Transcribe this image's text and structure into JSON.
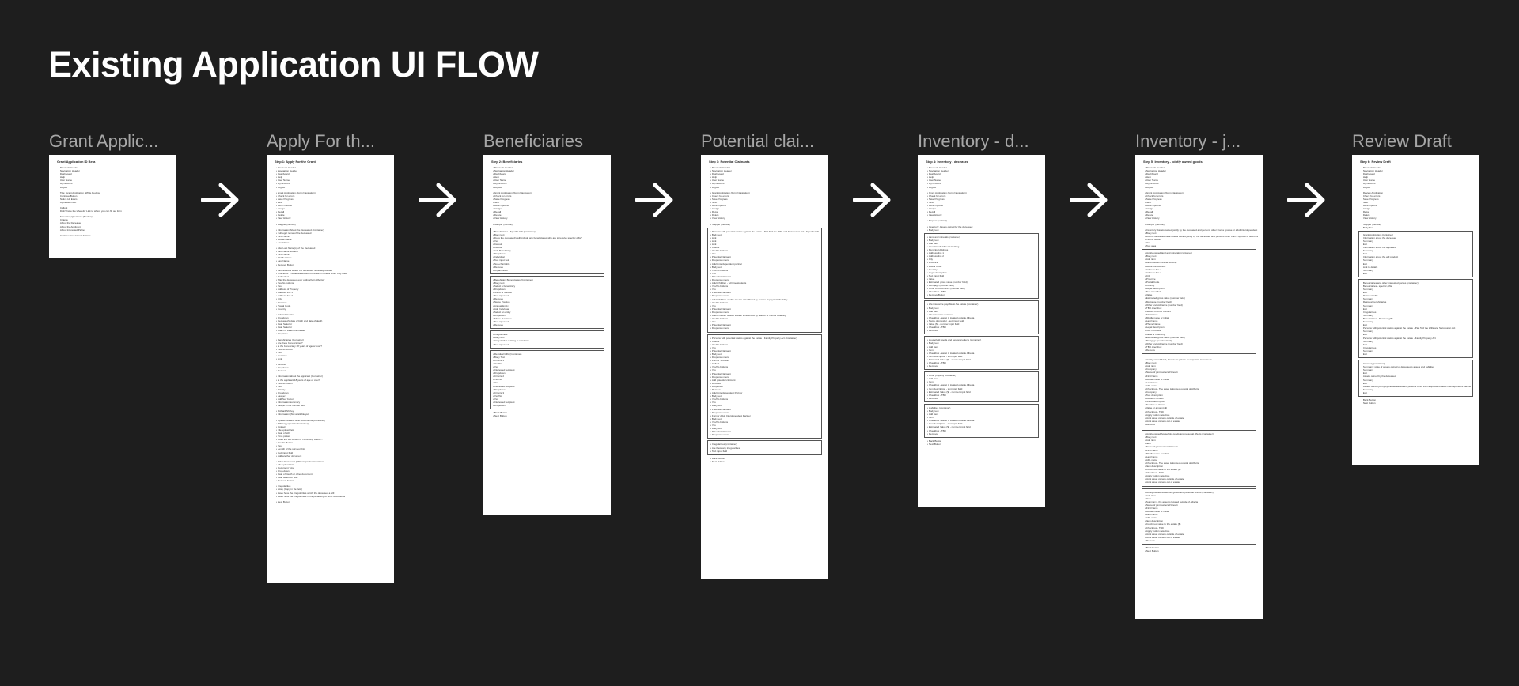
{
  "title": "Existing Application UI FLOW",
  "colors": {
    "background": "#1e1e1e",
    "title": "#ffffff",
    "label": "#a6a6a6",
    "frame": "#ffffff"
  },
  "frames": [
    {
      "label": "Grant Applic...",
      "heading": "Grant Application ID Beta",
      "items": [
        "Mousedo Header",
        "Navigation Header",
        "Dashboard",
        "Help",
        "User Name",
        "My Account",
        "Logout",
        "",
        "Title: Grant Application (While Review)",
        "Continue Button",
        "Notice Hit Exam",
        "Application text",
        "",
        "Callout",
        "Didn't have the wherefor Link to where you can fill out form",
        "",
        "Screening Questions (Section)",
        "Criteria",
        "About the Deceased",
        "About the Applicant",
        "About Interested Parties",
        "",
        "Continue and Cancel buttons"
      ]
    },
    {
      "label": "Apply For th...",
      "heading": "Step 1: Apply For the Grant",
      "items": [
        "Mousedo Header",
        "Navigation Header",
        "Dashboard",
        "Help",
        "User Name",
        "My Account",
        "Logout",
        "",
        "Grant Application (Form Navigation)",
        "Check for errors",
        "Save Progress",
        "Next",
        "More Options",
        "Assign",
        "Recall",
        "Delete",
        "View History",
        "",
        "Stepper (vertical)",
        "",
        "Information About the Deceased (Container)",
        "Full legal name of the deceased",
        "First Name",
        "Middle Name",
        "Last Name",
        "",
        "Also Last Name(s) of the Deceased",
        "Last Name Student",
        "First Name",
        "Middle Name",
        "Last Name",
        "Remove Button",
        "",
        "Last address where the deceased habitually resided",
        "Checkbox: The deceased did not reside in Alberta when they died",
        "If checked",
        "Was the deceased ever ordinarily in Alberta?",
        "Yes/No buttons",
        "Yes",
        "Address of Property",
        "Address line 1",
        "Address line 2",
        "City",
        "Province",
        "Postal Code",
        "Country",
        "",
        "Jobkind Control",
        "Dropdown",
        "Deceased's date of birth and date of death",
        "Date Selector",
        "Date Selector",
        "Attach a Death Certificate",
        "Dropzone",
        "",
        "Beneficiaries (Container)",
        "Are there beneficiaries?",
        "Is the beneficiary 18 years of age or over?",
        "Yes/No Button",
        "Yes",
        "Continue",
        "Link",
        "",
        "Remove",
        "Dropdown",
        "Remove",
        "",
        "Information about the applicant (Container)",
        "Is the applicant 18 years of age or over?",
        "Yes/No button",
        "Yes",
        "Priority",
        "Dropdown",
        "Lawyer",
        "Add Self button",
        "Information summary",
        "Lawyer's File number field",
        "",
        "Richard/Shirley",
        "Information (Not available yet)",
        "",
        "Upload Will and other documents (Container)",
        "Will Copy (Yes/No Container)",
        "Upload",
        "File upload field",
        "Date of will",
        "Time picker",
        "Does the will contain a 'continuing clause'?",
        "Yes/No Button",
        "Yes",
        "Length of the survivorship",
        "Text input field",
        "Add another document",
        "",
        "Other Document (Will Interpretive Container)",
        "File upload field",
        "Document Type",
        "Drop-down",
        "Date of Death or other document",
        "Date selection field",
        "Remove button",
        "",
        "Irregularities",
        "Story (Copy in file field)",
        "Have have the irregularities which the deceased a will",
        "Have have the irregularities in the pertaining to other documents",
        "",
        "Next Button"
      ]
    },
    {
      "label": "Beneficiaries",
      "heading": "Step 2: Beneficiaries",
      "items": [
        "Mousedo Header",
        "Navigation Header",
        "Dashboard",
        "Help",
        "User Name",
        "My Account",
        "Logout",
        "",
        "Grant Application (Form Navigation)",
        "Check for errors",
        "Save Progress",
        "Next",
        "More Options",
        "Assign",
        "Recall",
        "Delete",
        "View History",
        "",
        "Stepper (vertical)",
        "[box]",
        "Beneficiaries - Specific Gift (Container)",
        "Body text",
        "Does the deceased's will include any beneficiaries who are to receive specific gifts?",
        "Yes",
        "Callout",
        "Callout",
        "Add Beneficiary",
        "Dropdown",
        "Individual",
        "Text input field",
        "Non-charitable",
        "Remove",
        "Organization",
        "[box]",
        "Beneficiary Beneficiaries (Container)",
        "Body text",
        "Select a beneficiary",
        "Dropdown",
        "Share of residue",
        "Text input field",
        "Remove",
        "Name Position",
        "Annual Entity",
        "Add Individual",
        "Select an entity",
        "Dropdown",
        "Share of residue",
        "Text input field",
        "Remove",
        "[box]",
        "Irregularities",
        "Body text",
        "Irregularities relating to residuary",
        "Text input field",
        "[box]",
        "Residual Gifts (Container)",
        "Body Text",
        "Criteria 1",
        "Yes/No",
        "Yes",
        "Interested recipient",
        "Dropdown",
        "Criteria 2",
        "Yes/No",
        "Yes",
        "Interested recipient",
        "Dropdown",
        "Criteria 3",
        "Yes/No",
        "Yes",
        "Interested recipient",
        "Dropdown",
        "[/box]",
        "Back Button",
        "Next Button"
      ]
    },
    {
      "label": "Potential clai...",
      "heading": "Step 3: Potential Claimants",
      "items": [
        "Mousedo Header",
        "Navigation Header",
        "Dashboard",
        "Help",
        "User Name",
        "My Account",
        "Logout",
        "",
        "Grant Application (Form Navigation)",
        "Check for errors",
        "Save Progress",
        "Next",
        "More Options",
        "Assign",
        "Recall",
        "Delete",
        "View History",
        "",
        "Stepper (vertical)",
        "[box]",
        "Persons with potential claims against the estate - Part 5 of the Wills and Succession Act - Specific Gift (Container)",
        "Body text",
        "Link",
        "Link",
        "Link",
        "Callout",
        "Yes/No buttons",
        "Yes",
        "Potential claimant",
        "Dropdown menu",
        "Adult interdependent partner",
        "Body text",
        "Yes/No buttons",
        "Yes",
        "Potential claimant",
        "Dropdown menu",
        "Adult children - full time students",
        "Yes/No buttons",
        "Yes",
        "Potential claimant",
        "Dropdown menu",
        "Adult children unable to earn a livelihood by reason of physical disability",
        "Yes/No buttons",
        "Yes",
        "Potential claimant",
        "Dropdown menu",
        "Adult children unable to earn a livelihood by reason of mental disability",
        "Yes/No buttons",
        "Yes",
        "Potential claimant",
        "Dropdown menu",
        "[box]",
        "Persons with potential claims against the estate - Family Property Act (Container)",
        "Callout",
        "Yes/No buttons",
        "Yes",
        "Potential claimant",
        "Body text",
        "Dropdown menu",
        "Former Spouses",
        "Callout",
        "Yes/No buttons",
        "Yes",
        "Potential claimant",
        "Dropdown menu",
        "Add potential claimant",
        "Remove",
        "Dropdown",
        "Remove",
        "Adult Interdependent Partner",
        "Body text",
        "Yes/No buttons",
        "Yes",
        "Body text",
        "Potential claimant",
        "Dropdown menu",
        "Former Adult Interdependent Partner",
        "Body text",
        "Yes/No buttons",
        "Yes",
        "Body text",
        "Potential claimant",
        "Dropdown menu",
        "[box]",
        "Irregularities (container)",
        "Are there any irregularities",
        "Text input field",
        "[/box]",
        "Back Button",
        "Next Button"
      ]
    },
    {
      "label": "Inventory - d...",
      "heading": "Step 4: Inventory - deceased",
      "items": [
        "Mousedo Header",
        "Navigation Header",
        "Dashboard",
        "Help",
        "User Name",
        "My Account",
        "Logout",
        "",
        "Grant Application (Form Navigation)",
        "Check for errors",
        "Save Progress",
        "Next",
        "More Options",
        "Assign",
        "Recall",
        "View History",
        "",
        "Stepper (vertical)",
        "",
        "Inventory: Assets owned by the deceased",
        "Body text",
        "[box]",
        "Land and minerals (container)",
        "Body text",
        "Add Item",
        "Land Details Mineral Holding",
        "Municipal Address",
        "Address line 1",
        "Address line 2",
        "City",
        "Province",
        "Postal Code",
        "Country",
        "Legal description",
        "Text input field",
        "Value",
        "Estimated gross value (number field)",
        "Mortgage (number field)",
        "Other encumbrance (number field)",
        "Checkbox - TBD",
        "Remove Button",
        "[box]",
        "Life insurance payable to the estate (container)",
        "Body text",
        "Add Item",
        "Life insurance number",
        "Checkbox - asset is located outside Alberta",
        "Name of provider - text input field",
        "Value ($) - number input field",
        "Checkbox - TBD",
        "Remove",
        "[box]",
        "Household goods and personal effects (container)",
        "Body text",
        "Add Item",
        "Item",
        "Checkbox - asset is located outside Alberta",
        "Item description - text input field",
        "Estimated Value ($) - number input field",
        "Checkbox - TBD",
        "Remove",
        "[box]",
        "Other property (container)",
        "Add Item",
        "Item",
        "Checkbox - asset is located outside Alberta",
        "Item description - text input field",
        "Estimated Value ($) - number input field",
        "Checkbox - TBD",
        "Remove",
        "[box]",
        "Liabilities (container)",
        "Body text",
        "Add Item",
        "Item",
        "Checkbox - asset is located outside Alberta",
        "Item description - text input field",
        "Estimated Value ($) - number input field",
        "Checkbox - TBD",
        "Remove",
        "[/box]",
        "Back Button",
        "Next Button"
      ]
    },
    {
      "label": "Inventory - j...",
      "heading": "Step 5: Inventory - jointly owned goods",
      "items": [
        "Mousedo Header",
        "Navigation Header",
        "Dashboard",
        "Help",
        "User Name",
        "My Account",
        "Logout",
        "",
        "Grant Application (Form Navigation)",
        "Check for errors",
        "Save Progress",
        "Next",
        "More Options",
        "Assign",
        "Recall",
        "Delete",
        "View History",
        "",
        "Stepper (vertical)",
        "",
        "Inventory: Assets owned jointly by the deceased and persons other than a spouse or adult interdependent partner",
        "Body text",
        "Did the deceased have assets owned jointly by the deceased and persons other than a spouse or adult interdependent partner?",
        "Yes/no button",
        "Yes",
        "Text area",
        "[box]",
        "Jointly owned land and minerals (container)",
        "Body text",
        "Add item",
        "Land Details Mineral Holding",
        "Municipal Address",
        "Address line 1",
        "Address line 2",
        "City",
        "Province",
        "Postal Code",
        "Country",
        "Legal description",
        "Text input field",
        "Value",
        "Estimated gross value (number field)",
        "Mortgage (number field)",
        "Other encumbrance (number field)",
        "TBD checkbox",
        "Names of other owners",
        "First Name",
        "Middle name or initial",
        "Last Name",
        "Phone Name",
        "Legal description",
        "Text input field",
        "Value & Inventory",
        "Estimated gross value (number field)",
        "Mortgage (number field)",
        "Other encumbrance (number field)",
        "TBD checkbox",
        "Remove",
        "[box]",
        "Jointly owned bank, finance or private or corporate investment",
        "Body text",
        "Add item",
        "Company",
        "Name of joint owners if known",
        "First Name",
        "Middle name or initial",
        "Last Name",
        "ADL name",
        "Checkbox - The asset is located outside of Alberta",
        "Company",
        "Text description",
        "Account number",
        "Share description",
        "Number of shares",
        "Value or amount ($)",
        "Checkbox - TBD",
        "Apply button selection",
        "Joint asset owners outside of estate",
        "Joint asset owners out of estate",
        "Remove",
        "[box]",
        "Jointly owned household goods and personal effects (container)",
        "Body text",
        "Add item",
        "Item",
        "Name of joint owners if known",
        "First Name",
        "Middle name or initial",
        "Last Name",
        "ADL name",
        "Checkbox - The asset is located outside of Alberta",
        "Item description",
        "Combined value to the estate ($)",
        "Checkbox - TBD",
        "Apply button selection",
        "Joint asset owners outside of estate",
        "Joint asset owners out of estate",
        "[box]",
        "Jointly owned household goods and personal effects (container)",
        "Add item",
        "Item",
        "Summary - the asset is located outside of Alberta",
        "Name of joint owners if known",
        "First Name",
        "Middle name or initial",
        "Last Name",
        "ADL name",
        "Item description",
        "Combined value to the estate ($)",
        "Checkbox - TBD",
        "Apply button selection",
        "Joint asset owners outside of estate",
        "Joint asset owners out of estate",
        "Remove",
        "[/box]",
        "Back Button",
        "Next Button"
      ]
    },
    {
      "label": "Review Draft",
      "heading": "Step 6: Review Draft",
      "items": [
        "Mousedo Header",
        "Navigation Header",
        "Dashboard",
        "Help",
        "User Name",
        "My Account",
        "Logout",
        "",
        "Review Application",
        "Check for errors",
        "Save Progress",
        "Next",
        "More Options",
        "Assign",
        "Recall",
        "Delete",
        "View History",
        "",
        "Stepper (vertical)",
        "Body Text",
        "[box]",
        "Grant Application (container)",
        "Information about the deceased",
        "Summary",
        "Edit",
        "Information about the applicant",
        "Summary",
        "Edit",
        "Information about the will product",
        "Summary",
        "Edit",
        "Link to details",
        "Summary",
        "Edit",
        "[box]",
        "Beneficiaries and other interested parties (container)",
        "Beneficiaries - specific gifts",
        "Summary",
        "Edit",
        "Residual Gifts",
        "Summary",
        "Residual beneficiaries",
        "Summary",
        "Edit",
        "Irregularities",
        "Summary",
        "Beneficiaries - Residual gifts",
        "Summary",
        "Edit",
        "Persons with potential claims against the estate - Part 5 of the Wills and Succession Act",
        "Summary",
        "Edit",
        "Persons with potential claims against the estate - Family Property Act",
        "Summary",
        "Edit",
        "Irregularities",
        "Summary",
        "Edit",
        "[box]",
        "Inventory (container)",
        "Summary: state of assets owned of deceased's assets and liabilities",
        "Summary",
        "Edit",
        "Assets owned by the deceased",
        "Summary",
        "Edit",
        "Assets owned jointly by the deceased and persons other than a spouse or adult interdependent partner",
        "Summary",
        "Edit",
        "[/box]",
        "Back Button",
        "Next Button"
      ]
    }
  ]
}
